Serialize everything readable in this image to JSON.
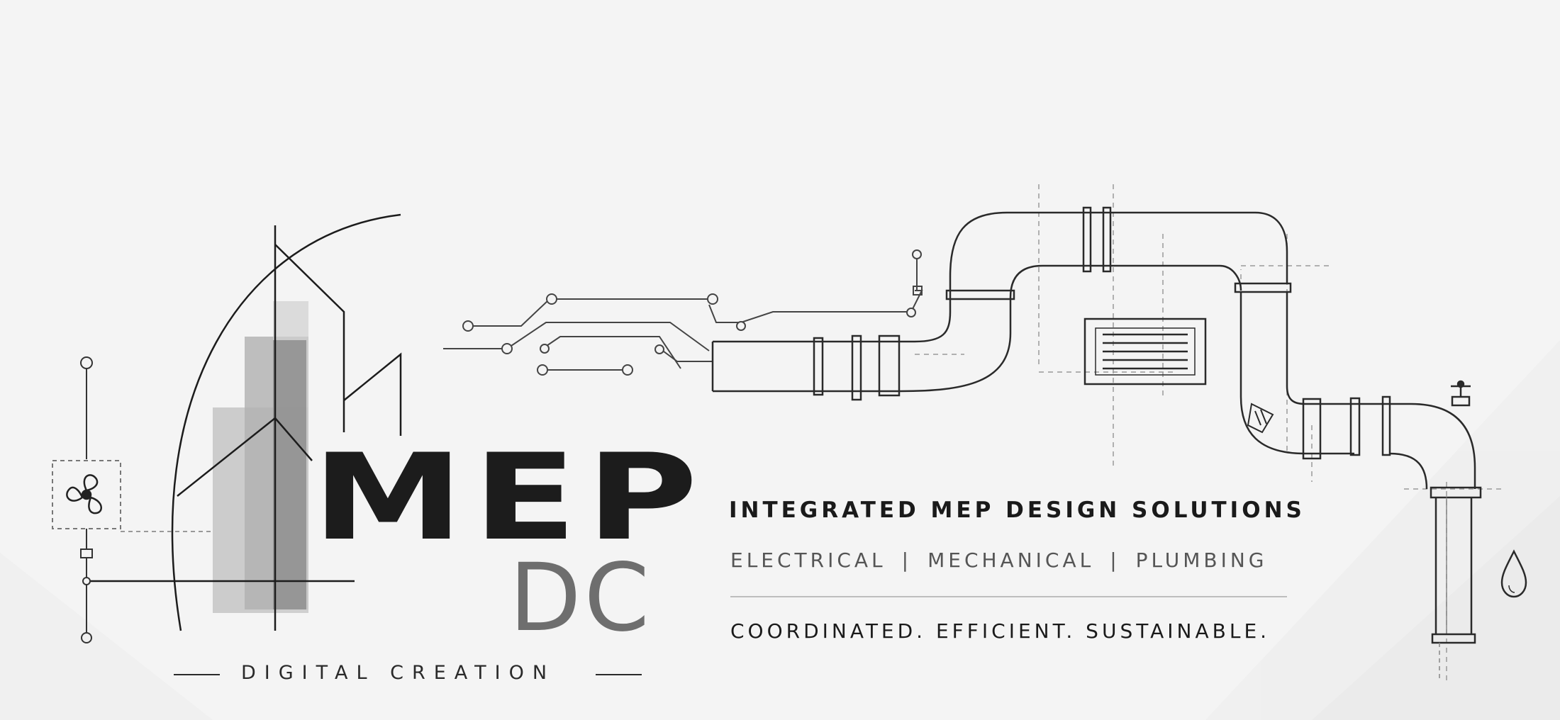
{
  "logo": {
    "primary": "MEP",
    "secondary": "DC",
    "tagline": "DIGITAL CREATION"
  },
  "headline": "INTEGRATED MEP DESIGN SOLUTIONS",
  "services": [
    "ELECTRICAL",
    "MECHANICAL",
    "PLUMBING"
  ],
  "services_separator": "|",
  "motto": "COORDINATED. EFFICIENT. SUSTAINABLE.",
  "colors": {
    "background": "#f4f4f4",
    "ink": "#1c1c1c",
    "grey_text": "#6e6e6e",
    "line": "#2a2a2a",
    "dashed": "#9a9a9a"
  },
  "icons": [
    "fan-icon",
    "water-drop-icon",
    "valve-icon",
    "vent-grille-icon",
    "circuit-icon"
  ]
}
